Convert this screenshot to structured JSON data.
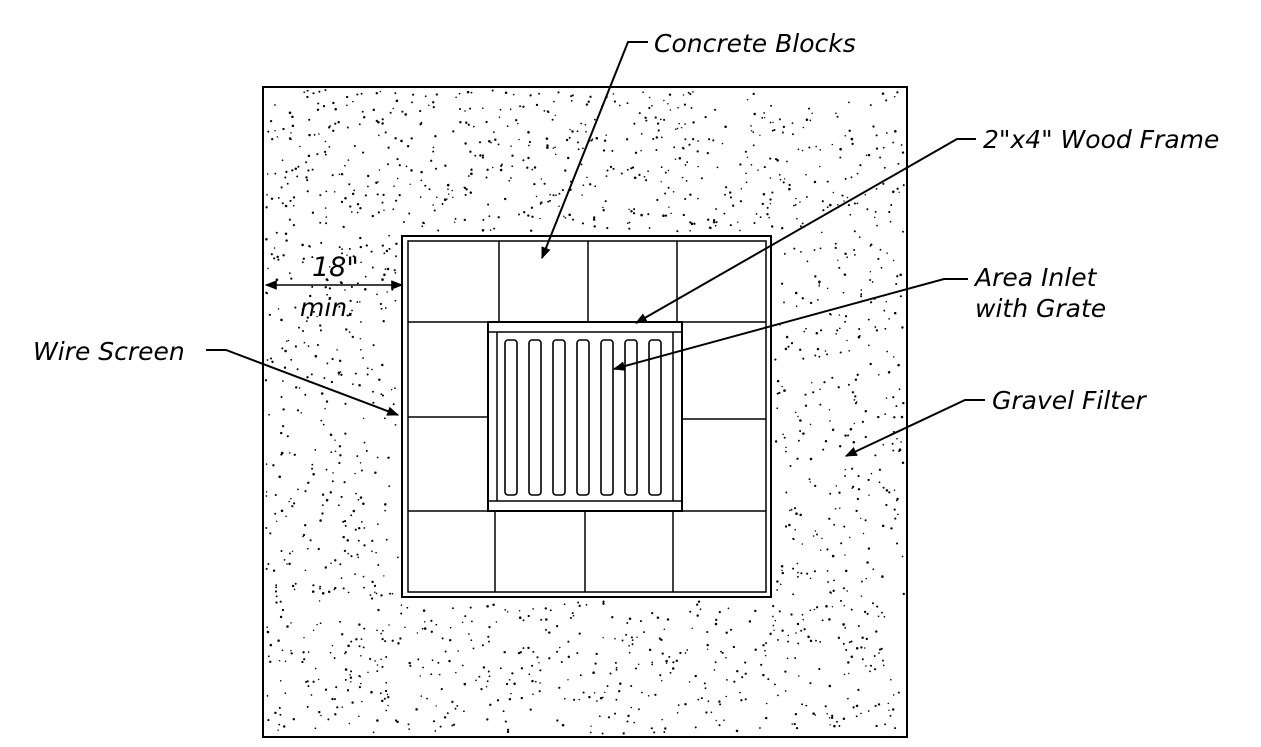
{
  "labels": {
    "concrete_blocks": "Concrete Blocks",
    "wood_frame": "2\"x4\" Wood Frame",
    "area_inlet_line1": "Area Inlet",
    "area_inlet_line2": "with Grate",
    "wire_screen": "Wire Screen",
    "gravel_filter": "Gravel Filter",
    "dimension_value": "18\"",
    "dimension_qualifier": "min."
  }
}
